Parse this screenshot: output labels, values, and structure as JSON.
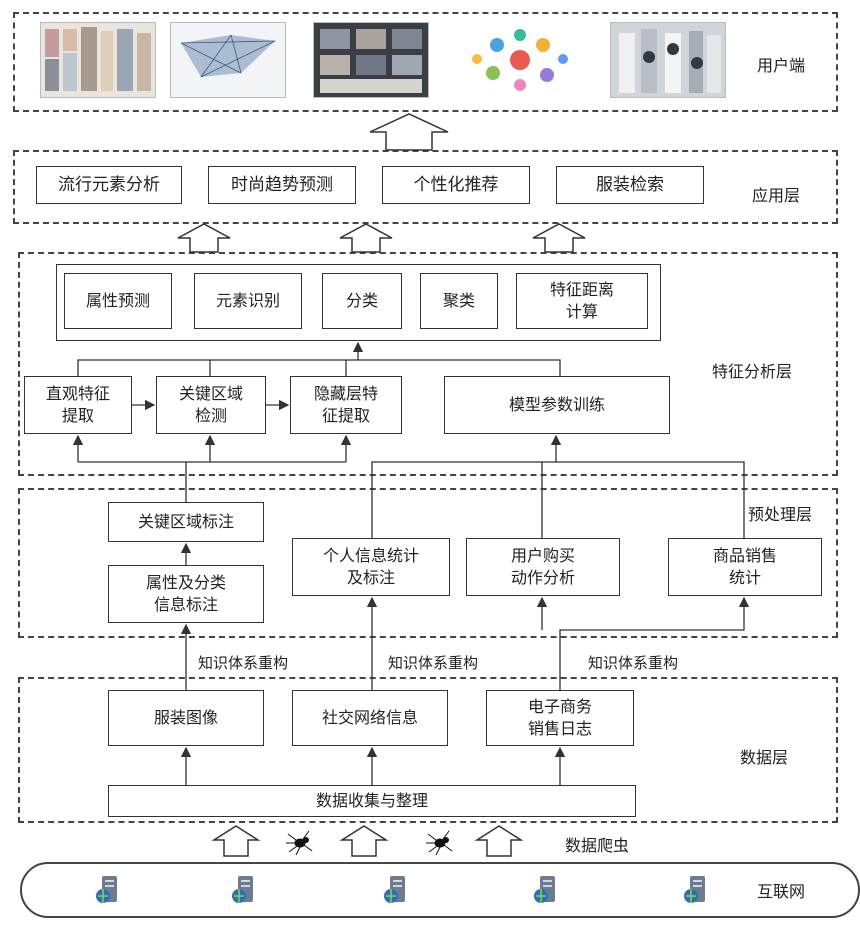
{
  "layers": {
    "user": "用户端",
    "app": "应用层",
    "feature": "特征分析层",
    "preprocess": "预处理层",
    "data": "数据层",
    "crawler": "数据爬虫",
    "internet": "互联网"
  },
  "app_boxes": [
    "流行元素分析",
    "时尚趋势预测",
    "个性化推荐",
    "服装检索"
  ],
  "feature_top": [
    "属性预测",
    "元素识别",
    "分类",
    "聚类",
    "特征距离\n计算"
  ],
  "feature_mid": [
    "直观特征\n提取",
    "关键区域\n检测",
    "隐藏层特\n征提取",
    "模型参数训练"
  ],
  "pre_boxes": {
    "keyarea": "关键区域标注",
    "attr": "属性及分类\n信息标注",
    "personal": "个人信息统计\n及标注",
    "purchase": "用户购买\n动作分析",
    "sales": "商品销售\n统计"
  },
  "knowledge": "知识体系重构",
  "data_boxes": [
    "服装图像",
    "社交网络信息",
    "电子商务\n销售日志"
  ],
  "collect": "数据收集与整理",
  "colors": {
    "stroke": "#333333",
    "dash": "#444444",
    "globe": "#2f6fb5",
    "server": "#6b7d8f"
  },
  "icons": [
    "fashion-collage-thumb",
    "network-graph-thumb",
    "video-surveillance-thumb",
    "people-avatars-thumb",
    "mannequin-retail-thumb",
    "spider-icon",
    "server-globe-icon"
  ]
}
